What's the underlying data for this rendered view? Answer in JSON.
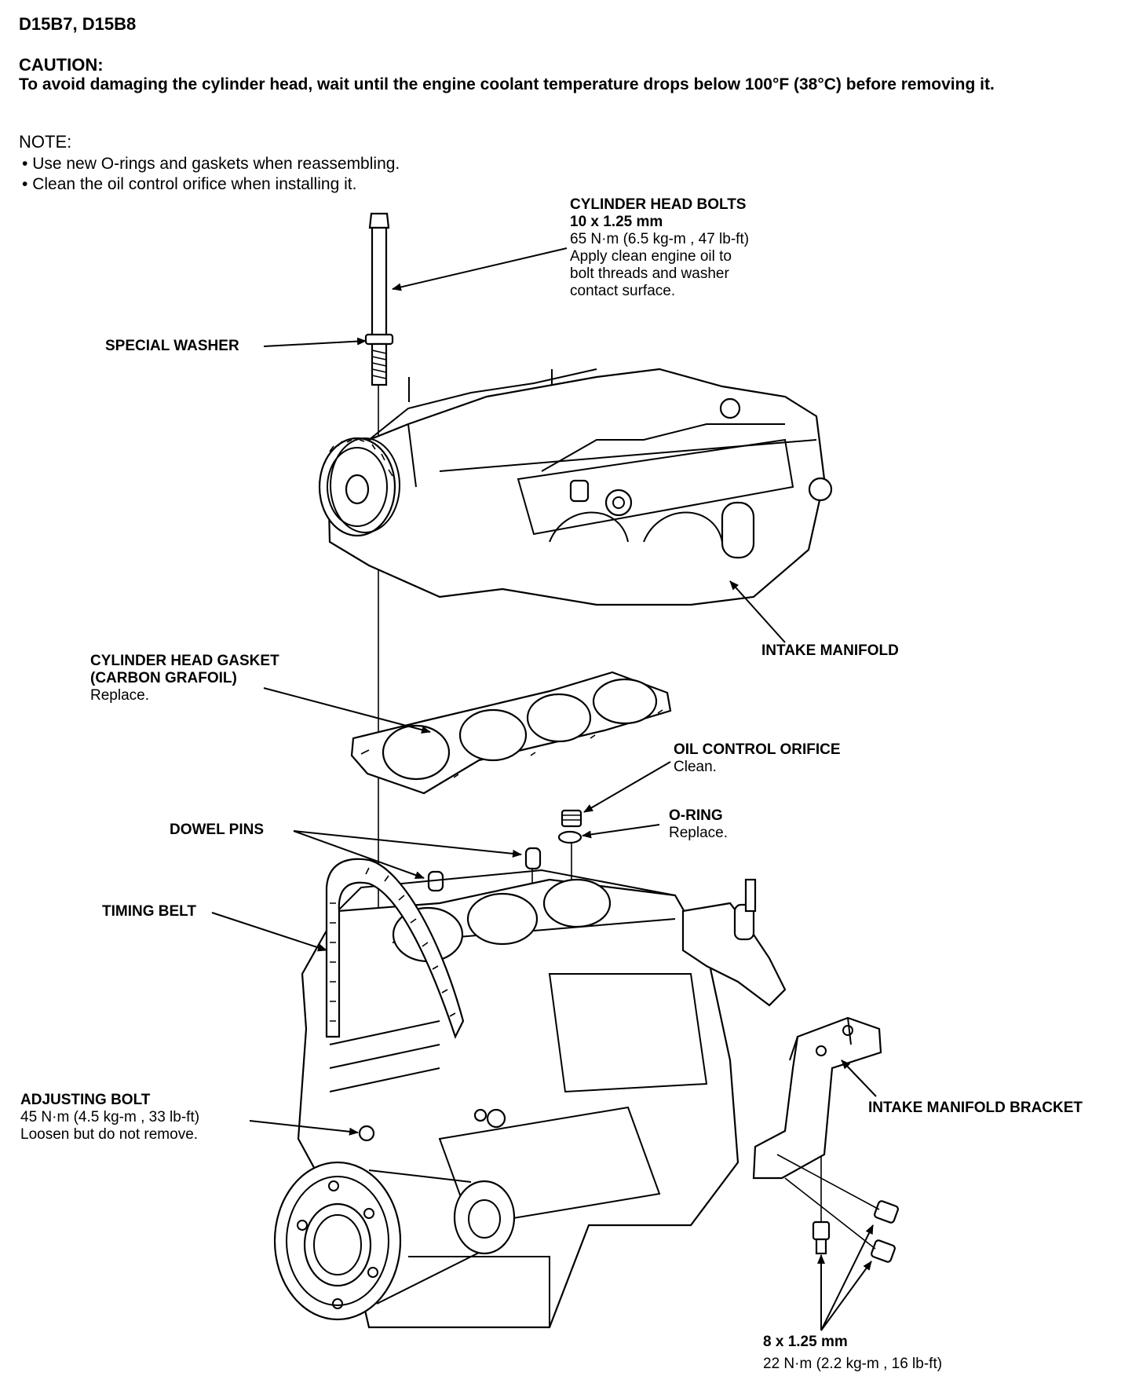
{
  "header": {
    "model": "D15B7, D15B8"
  },
  "caution": {
    "title": "CAUTION:",
    "text": "To avoid damaging the cylinder head, wait until the engine coolant temperature drops below 100°F (38°C) before removing it."
  },
  "note": {
    "title": "NOTE:",
    "items": [
      "Use new O-rings and gaskets when reassembling.",
      "Clean the oil control orifice when installing it."
    ]
  },
  "labels": {
    "cylinder_head_bolts": {
      "title": "CYLINDER HEAD BOLTS",
      "size": "10 x 1.25 mm",
      "torque": "65 N·m (6.5 kg-m , 47 lb-ft)",
      "note1": "Apply clean engine oil to",
      "note2": "bolt threads and washer",
      "note3": "contact surface."
    },
    "special_washer": {
      "title": "SPECIAL WASHER"
    },
    "intake_manifold": {
      "title": "INTAKE MANIFOLD"
    },
    "cylinder_head_gasket": {
      "title": "CYLINDER HEAD GASKET",
      "sub": "(CARBON GRAFOIL)",
      "note": "Replace."
    },
    "oil_control_orifice": {
      "title": "OIL CONTROL ORIFICE",
      "note": "Clean."
    },
    "o_ring": {
      "title": "O-RING",
      "note": "Replace."
    },
    "dowel_pins": {
      "title": "DOWEL PINS"
    },
    "timing_belt": {
      "title": "TIMING BELT"
    },
    "adjusting_bolt": {
      "title": "ADJUSTING BOLT",
      "torque": "45 N·m (4.5 kg-m , 33 lb-ft)",
      "note": "Loosen but do not remove."
    },
    "intake_manifold_bracket": {
      "title": "INTAKE MANIFOLD BRACKET"
    },
    "bracket_bolts": {
      "size": "8 x 1.25 mm",
      "torque": "22 N·m (2.2 kg-m , 16 lb-ft)"
    }
  }
}
